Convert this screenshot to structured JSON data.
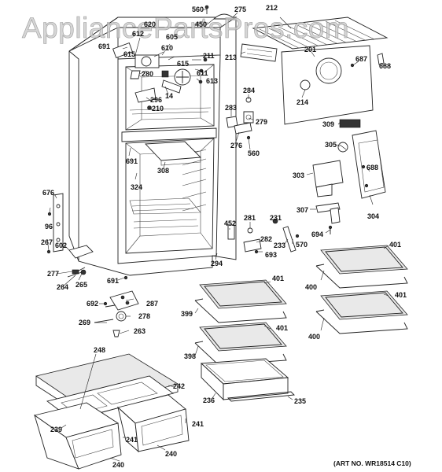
{
  "watermark": "AppliancePartsPros.com",
  "art_number": "(ART NO. WR18514 C10)",
  "part_labels": {
    "p560a": "560",
    "p450": "450",
    "p275": "275",
    "p212": "212",
    "p620": "620",
    "p612": "612",
    "p691a": "691",
    "p615a": "615",
    "p605": "605",
    "p610": "610",
    "p615b": "615",
    "p211": "211",
    "p611": "611",
    "p613": "613",
    "p280": "280",
    "p14": "14",
    "p296": "296",
    "p210": "210",
    "p213": "213",
    "p201": "201",
    "p687": "687",
    "p688a": "688",
    "p284": "284",
    "p214": "214",
    "p283": "283",
    "p279": "279",
    "p276": "276",
    "p560b": "560",
    "p309": "309",
    "p305": "305",
    "p691b": "691",
    "p308": "308",
    "p324": "324",
    "p303": "303",
    "p688b": "688",
    "p676": "676",
    "p96": "96",
    "p267": "267",
    "p602": "602",
    "p307": "307",
    "p304": "304",
    "p281": "281",
    "p231": "231",
    "p452": "452",
    "p694": "694",
    "p282": "282",
    "p233": "233",
    "p570": "570",
    "p693": "693",
    "p294": "294",
    "p277": "277",
    "p265": "265",
    "p264": "264",
    "p691c": "691",
    "p401a": "401",
    "p401b": "401",
    "p400a": "400",
    "p401c": "401",
    "p692": "692",
    "p287": "287",
    "p399": "399",
    "p278": "278",
    "p269": "269",
    "p263": "263",
    "p401d": "401",
    "p400b": "400",
    "p248": "248",
    "p398": "398",
    "p242": "242",
    "p236": "236",
    "p235": "235",
    "p239": "239",
    "p241a": "241",
    "p241b": "241",
    "p240a": "240",
    "p240b": "240"
  }
}
